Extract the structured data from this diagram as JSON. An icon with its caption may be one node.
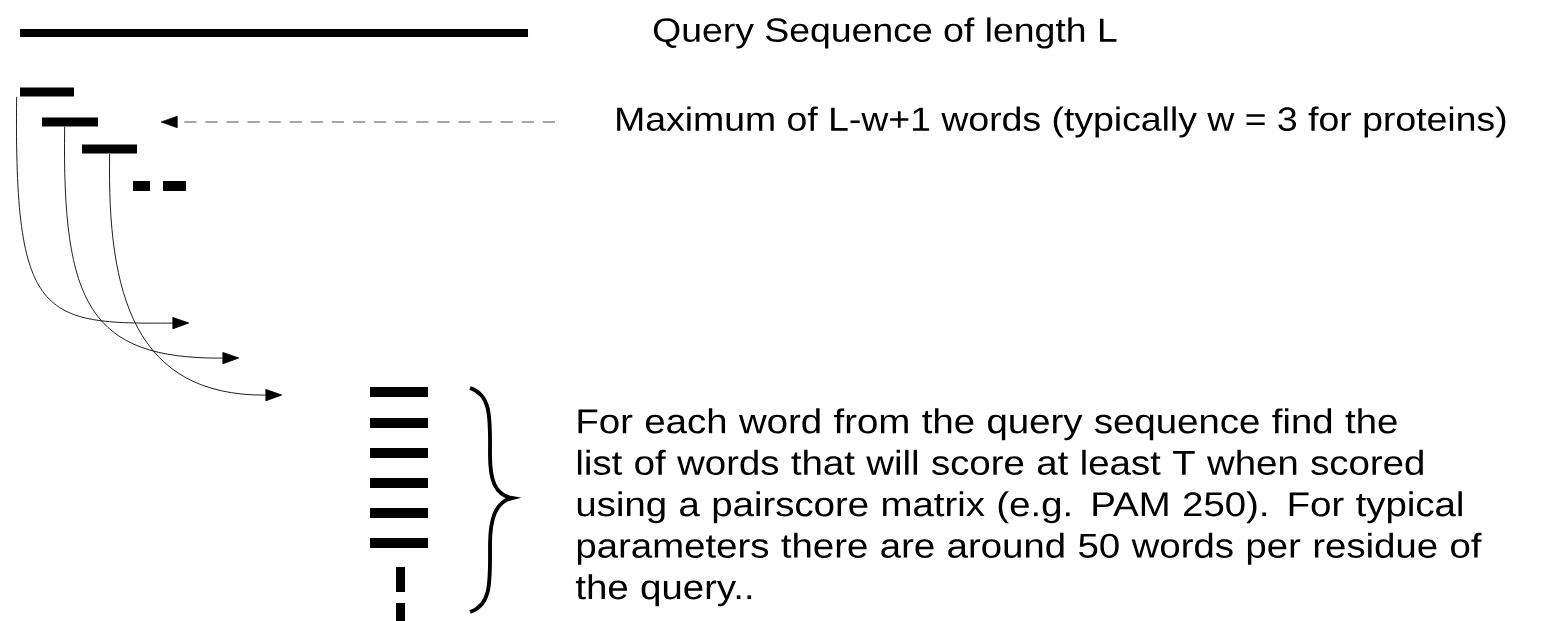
{
  "diagram": {
    "nodes": [
      {
        "text": [],
        "shape": "bar"
      },
      {
        "text": [],
        "shape": "bar"
      },
      {
        "text": [],
        "shape": "bar"
      },
      {
        "text": [],
        "shape": "bar"
      },
      {
        "text": [
          "Maximum of L-w+1 words (typically w = 3 for proteins)"
        ]
      }
    ],
    "edges": [
      {
        "from": 1,
        "to": null,
        "arrow": "to"
      },
      {
        "from": 2,
        "to": null,
        "arrow": "to"
      },
      {
        "from": 3,
        "to": null,
        "arrow": "to"
      },
      {
        "from": 4,
        "to": null,
        "arrow": "to",
        "style": "dashed"
      }
    ],
    "labels": [
      "Query Sequence of length L",
      "For each word from the query sequence find the list of words that will score at least T when scored using a pairscore matrix (e.g. PAM 250). For typical parameters there are around 50 words per residue of the query.."
    ]
  }
}
